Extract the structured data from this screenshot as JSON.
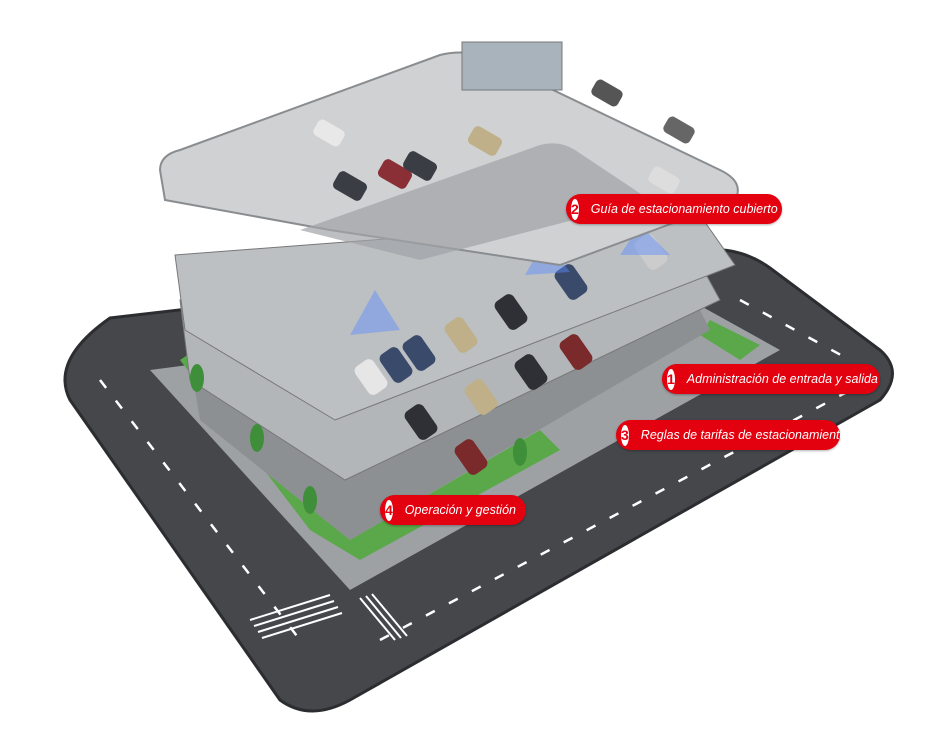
{
  "callouts": [
    {
      "number": "1",
      "label": "Administración de entrada y salida"
    },
    {
      "number": "2",
      "label": "Guía de estacionamiento cubierto"
    },
    {
      "number": "3",
      "label": "Reglas de tarifas de estacionamiento"
    },
    {
      "number": "4",
      "label": "Operación y gestión"
    }
  ],
  "colors": {
    "accent": "#e3000f",
    "road": "#4a4c50",
    "deck": "#c9cbcd",
    "grass": "#5aa84a"
  }
}
